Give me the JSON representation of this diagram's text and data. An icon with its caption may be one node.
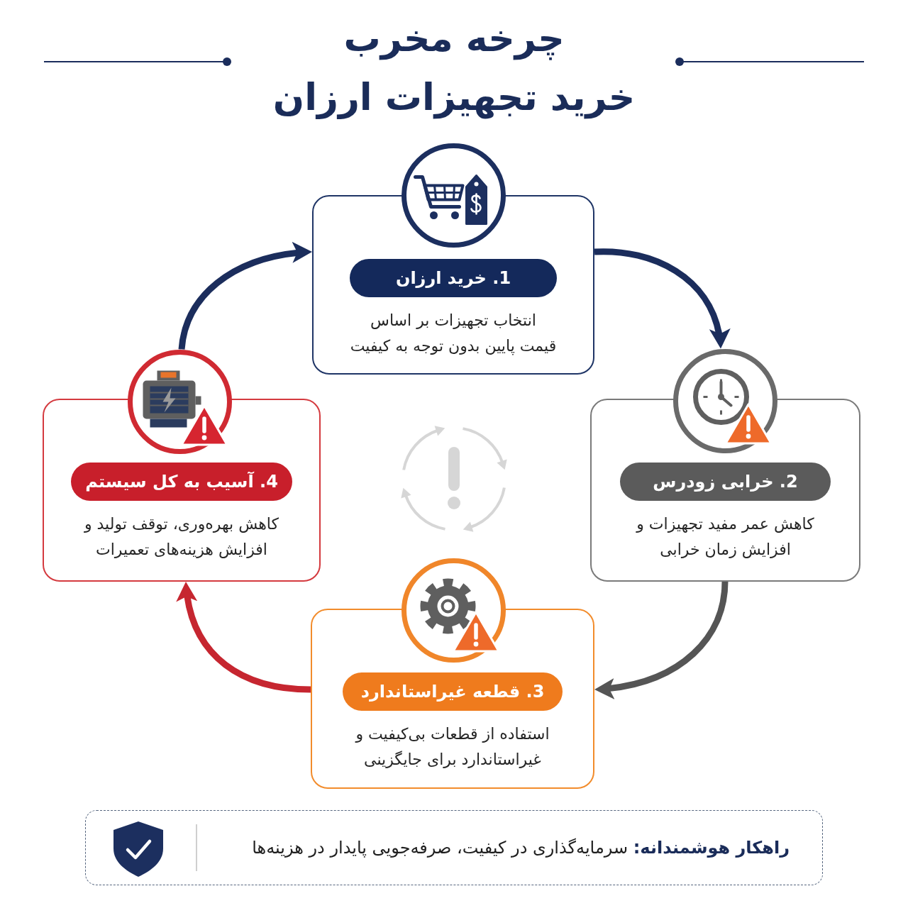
{
  "diagram": {
    "title": "چرخه مخرب خرید تجهیزات ارزان",
    "nodes": [
      {
        "text": [
          "انتخاب تجهیزات بر اساس قیمت پایین بدون توجه به کیفیت"
        ]
      },
      {
        "text": [
          "1. خرید ارزان"
        ],
        "in": 0
      },
      {
        "text": [
          "کاهش عمر مفید تجهیزات و افزایش زمان خرابی"
        ]
      },
      {
        "text": [
          "2. خرابی زودرس"
        ],
        "in": 2
      },
      {
        "text": [
          "استفاده از قطعات بی‌کیفیت و غیراستاندارد برای جایگزینی"
        ]
      },
      {
        "text": [
          "3. قطعه غیراستاندارد"
        ],
        "in": 4
      },
      {
        "text": [
          "کاهش بهره‌وری، توقف تولید و افزایش هزینه‌های تعمیرات"
        ]
      },
      {
        "text": [
          "4. آسیب به کل سیستم"
        ],
        "in": 6
      },
      {
        "text": [
          "**راهکار هوشمندانه:** سرمایه‌گذاری در کیفیت، صرفه‌جویی پایدار در هزینه‌ها"
        ]
      }
    ],
    "edges": [
      {
        "from": 0,
        "to": 2,
        "arrow": "to"
      },
      {
        "from": 2,
        "to": 4,
        "arrow": "to",
        "color": "#555555"
      },
      {
        "from": 4,
        "to": 6,
        "arrow": "to",
        "color": "#c62630"
      },
      {
        "from": 6,
        "to": 0,
        "arrow": "to"
      }
    ]
  }
}
